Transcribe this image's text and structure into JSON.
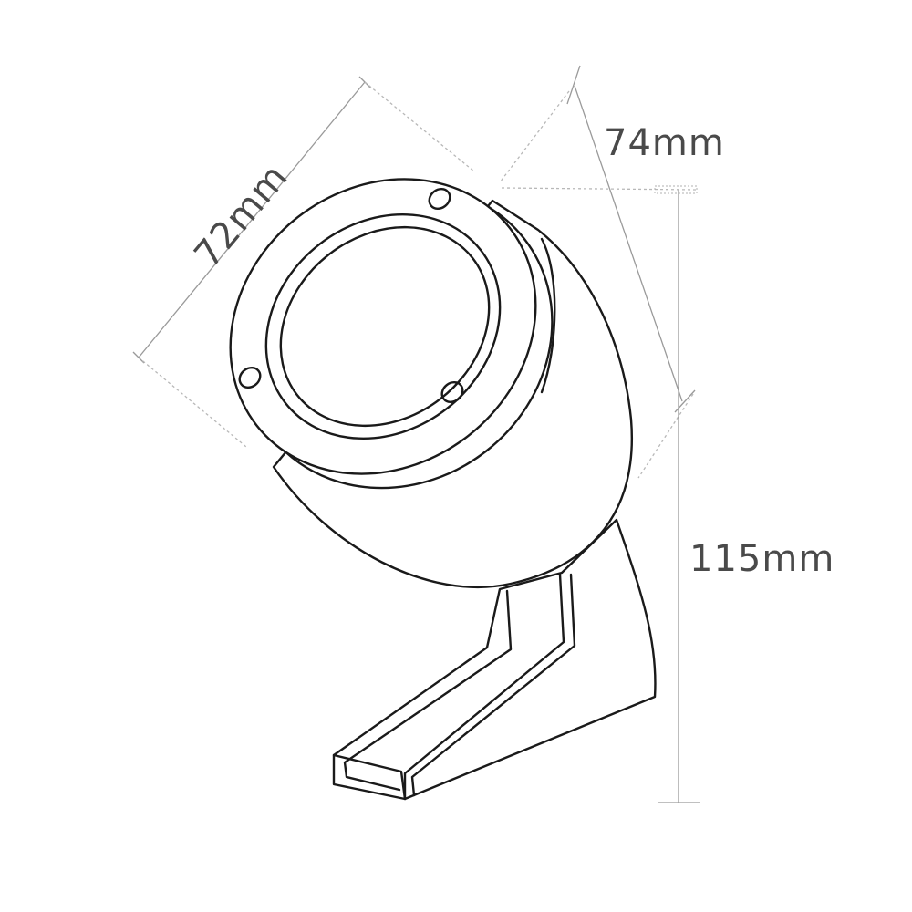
{
  "dimensions": {
    "diameter_label": "72mm",
    "depth_label": "74mm",
    "height_label": "115mm"
  },
  "colors": {
    "line": "#1a1a1a",
    "dimension": "#9a9a9a",
    "background": "#ffffff"
  }
}
